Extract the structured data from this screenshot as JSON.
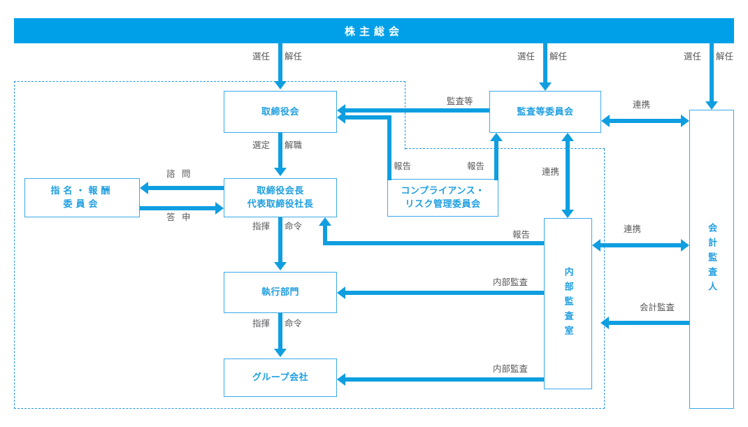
{
  "diagram": {
    "title": "株主総会",
    "accent_color": "#00A0E9",
    "line_color": "#0f9ee0",
    "box_border_color": "#3aa9e8",
    "box_text_color": "#1f9fe0",
    "label_color": "#58595b",
    "dashed_color": "#2196e8"
  },
  "nodes": {
    "shareholders_meeting": "株主総会",
    "board_of_directors": "取締役会",
    "chairman_president": "取締役会長\n代表取締役社長",
    "nomination_committee": "指名・報酬\n委員会",
    "audit_committee": "監査等委員会",
    "compliance_committee": "コンプライアンス・\nリスク管理委員会",
    "execution_division": "執行部門",
    "group_companies": "グループ会社",
    "internal_audit_office": "内部監査室",
    "accounting_auditor": "会計監査人"
  },
  "edge_labels": {
    "appoint_1": "選任",
    "dismiss_1": "解任",
    "appoint_2": "選任",
    "dismiss_2": "解任",
    "appoint_3": "選任",
    "dismiss_3": "解任",
    "select": "選定",
    "remove": "解職",
    "consult": "諮 問",
    "reply": "答 申",
    "audit_etc": "監査等",
    "cooperation_top": "連携",
    "cooperation_mid": "連携",
    "cooperation_low": "連携",
    "report_compliance_board": "報告",
    "report_compliance_audit": "報告",
    "report_internal_audit": "報告",
    "command_1": "指揮",
    "order_1": "命令",
    "command_2": "指揮",
    "order_2": "命令",
    "internal_audit_exec": "内部監査",
    "internal_audit_group": "内部監査",
    "accounting_audit": "会計監査"
  }
}
